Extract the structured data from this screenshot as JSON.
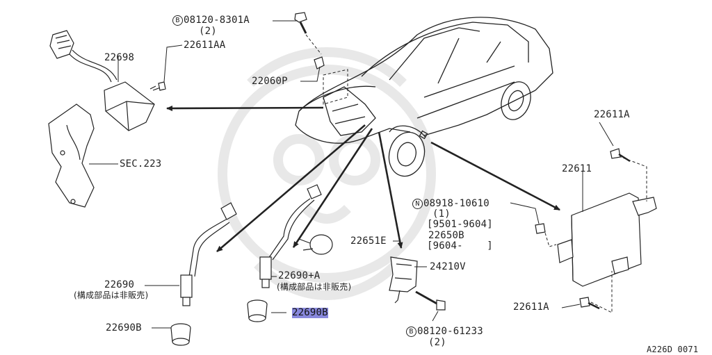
{
  "diagram": {
    "parts": {
      "bolt_top_circle": "B",
      "bolt_top": "08120-8301A",
      "bolt_top_qty": "(2)",
      "p22611AA": "22611AA",
      "p22698": "22698",
      "p22060P": "22060P",
      "sec223": "SEC.223",
      "p22611A_top": "22611A",
      "p22611": "22611",
      "nut_circle": "N",
      "nut": "08918-10610",
      "nut_qty": "(1)",
      "nut_range": "[9501-9604]",
      "p22650B": "22650B",
      "p22650B_range": "[9604-    ]",
      "p22651E": "22651E",
      "p24210V": "24210V",
      "p22690": "22690",
      "p22690_note": "(構成部品は非販売)",
      "p22690A": "22690+A",
      "p22690A_note": "(構成部品は非販売)",
      "p22690B_center": "22690B",
      "p22690B_left": "22690B",
      "bolt_bottom_circle": "B",
      "bolt_bottom": "08120-61233",
      "bolt_bottom_qty": "(2)",
      "p22611A_bottom": "22611A",
      "figure_code": "A226D 0071"
    },
    "colors": {
      "line": "#222222",
      "highlight": "#8888dd",
      "watermark": "#e8e8e8"
    }
  }
}
